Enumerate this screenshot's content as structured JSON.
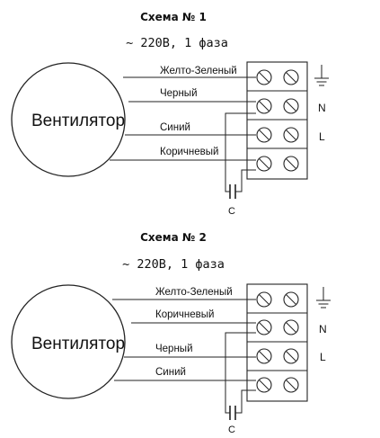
{
  "schemes": [
    {
      "title": "Схема № 1",
      "subtitle": "~ 220В, 1 фаза",
      "fan_label": "Вентилятор",
      "wires": [
        "Желто-Зеленый",
        "Черный",
        "Синий",
        "Коричневый"
      ],
      "terminal_labels": [
        "N",
        "L"
      ],
      "capacitor_label": "C",
      "ground_icon": "ground-icon"
    },
    {
      "title": "Схема № 2",
      "subtitle": "~ 220В, 1 фаза",
      "fan_label": "Вентилятор",
      "wires": [
        "Желто-Зеленый",
        "Коричневый",
        "Черный",
        "Синий"
      ],
      "terminal_labels": [
        "N",
        "L"
      ],
      "capacitor_label": "C",
      "ground_icon": "ground-icon"
    }
  ]
}
